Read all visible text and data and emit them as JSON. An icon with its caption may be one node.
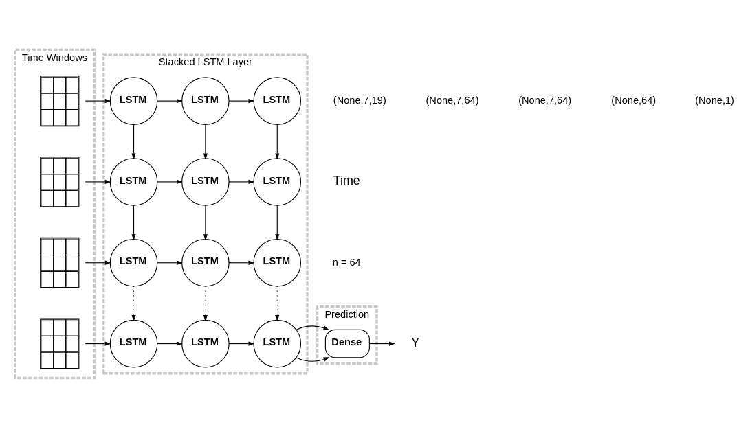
{
  "diagram": {
    "nodes": [
      {
        "text": [
          "Time Windows"
        ]
      },
      {
        "text": [],
        "shape": "grid",
        "in": 0
      },
      {
        "text": [],
        "shape": "grid",
        "in": 0
      },
      {
        "text": [],
        "shape": "grid",
        "in": 0
      },
      {
        "text": [],
        "shape": "grid",
        "in": 0
      },
      {
        "text": [
          "Stacked LSTM Layer"
        ]
      },
      {
        "text": [
          "LSTM"
        ],
        "in": 5
      },
      {
        "text": [
          "LSTM"
        ],
        "in": 5
      },
      {
        "text": [
          "LSTM"
        ],
        "in": 5
      },
      {
        "text": [
          "LSTM"
        ],
        "in": 5
      },
      {
        "text": [
          "LSTM"
        ],
        "in": 5
      },
      {
        "text": [
          "LSTM"
        ],
        "in": 5
      },
      {
        "text": [
          "LSTM"
        ],
        "in": 5
      },
      {
        "text": [
          "LSTM"
        ],
        "in": 5
      },
      {
        "text": [
          "LSTM"
        ],
        "in": 5
      },
      {
        "text": [
          "LSTM"
        ],
        "in": 5
      },
      {
        "text": [
          "LSTM"
        ],
        "in": 5
      },
      {
        "text": [
          "LSTM"
        ],
        "in": 5
      },
      {
        "text": [
          "Prediction"
        ]
      },
      {
        "text": [
          "Dense"
        ],
        "in": 18
      },
      {
        "text": [
          "Y"
        ]
      }
    ],
    "edges": [
      {
        "from": 1,
        "to": 6,
        "arrow": "to"
      },
      {
        "from": 6,
        "to": 7,
        "arrow": "to"
      },
      {
        "from": 7,
        "to": 8,
        "arrow": "to"
      },
      {
        "from": 6,
        "to": 9,
        "arrow": "to"
      },
      {
        "from": 7,
        "to": 10,
        "arrow": "to"
      },
      {
        "from": 8,
        "to": 11,
        "arrow": "to"
      },
      {
        "from": 2,
        "to": 9,
        "arrow": "to"
      },
      {
        "from": 9,
        "to": 10,
        "arrow": "to"
      },
      {
        "from": 10,
        "to": 11,
        "arrow": "to"
      },
      {
        "from": 9,
        "to": 12,
        "arrow": "to"
      },
      {
        "from": 10,
        "to": 13,
        "arrow": "to"
      },
      {
        "from": 11,
        "to": 14,
        "arrow": "to"
      },
      {
        "from": 3,
        "to": 12,
        "arrow": "to"
      },
      {
        "from": 12,
        "to": 13,
        "arrow": "to"
      },
      {
        "from": 13,
        "to": 14,
        "arrow": "to"
      },
      {
        "from": 12,
        "to": 15,
        "arrow": "to",
        "style": "dashed"
      },
      {
        "from": 13,
        "to": 16,
        "arrow": "to",
        "style": "dashed"
      },
      {
        "from": 14,
        "to": 17,
        "arrow": "to",
        "style": "dashed"
      },
      {
        "from": 4,
        "to": 15,
        "arrow": "to"
      },
      {
        "from": 15,
        "to": 16,
        "arrow": "to"
      },
      {
        "from": 16,
        "to": 17,
        "arrow": "to"
      },
      {
        "from": 17,
        "to": 19,
        "arrow": "to"
      },
      {
        "from": 19,
        "to": 20,
        "arrow": "to"
      }
    ],
    "labels": [
      "Time",
      "n = 64",
      "(None,7,19)",
      "(None,7,64)",
      "(None,7,64)",
      "(None,64)",
      "(None,1)"
    ]
  }
}
